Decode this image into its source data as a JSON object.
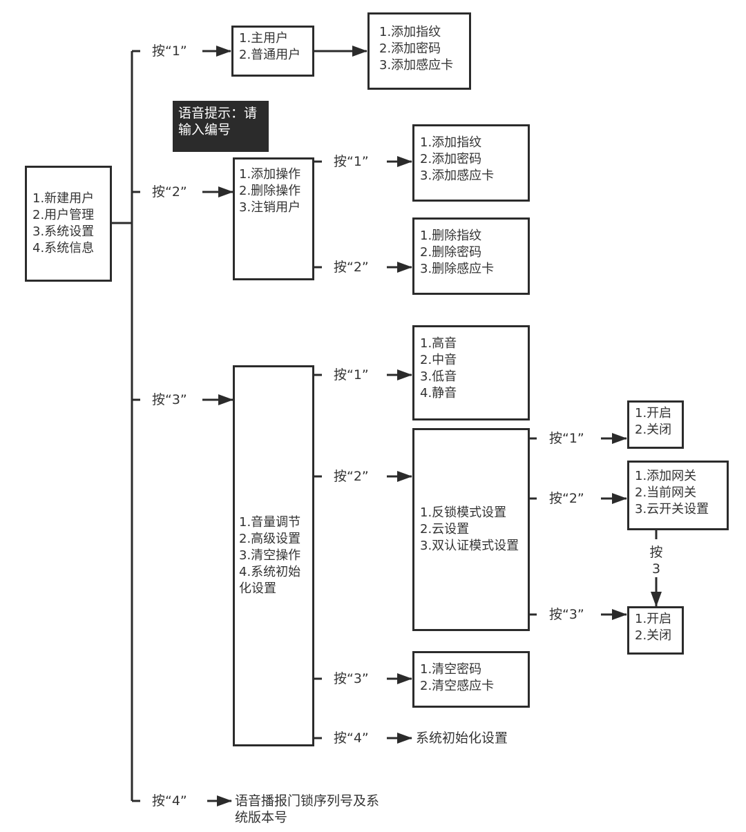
{
  "root_menu": [
    "1.新建用户",
    "2.用户管理",
    "3.系统设置",
    "4.系统信息"
  ],
  "branch_keys": [
    "按“1”",
    "按“2”",
    "按“3”",
    "按“4”"
  ],
  "new_user": {
    "user_types": [
      "1.主用户",
      "2.普通用户"
    ],
    "add_methods": [
      "1.添加指纹",
      "2.添加密码",
      "3.添加感应卡"
    ]
  },
  "voice_prompt": "语音提示：请输入编号",
  "user_management": {
    "menu": [
      "1.添加操作",
      "2.删除操作",
      "3.注销用户"
    ],
    "key1": "按“1”",
    "key2": "按“2”",
    "add_items": [
      "1.添加指纹",
      "2.添加密码",
      "3.添加感应卡"
    ],
    "delete_items": [
      "1.删除指纹",
      "2.删除密码",
      "3.删除感应卡"
    ]
  },
  "system_settings": {
    "menu": [
      "1.音量调节",
      "2.高级设置",
      "3.清空操作",
      "4.系统初始化设置"
    ],
    "key1": "按“1”",
    "key2": "按“2”",
    "key3": "按“3”",
    "key4": "按“4”",
    "volume": [
      "1.高音",
      "2.中音",
      "3.低音",
      "4.静音"
    ],
    "advanced": {
      "menu": [
        "1.反锁模式设置",
        "2.云设置",
        "3.双认证模式设置"
      ],
      "key1": "按“1”",
      "key2": "按“2”",
      "key3": "按“3”",
      "anti_lock": [
        "1.开启",
        "2.关闭"
      ],
      "cloud": [
        "1.添加网关",
        "2.当前网关",
        "3.云开关设置"
      ],
      "cloud_key": "按3",
      "dual_auth": [
        "1.开启",
        "2.关闭"
      ]
    },
    "clear": [
      "1.清空密码",
      "2.清空感应卡"
    ],
    "factory_reset": "系统初始化设置"
  },
  "system_info": "语音播报门锁序列号及系统版本号"
}
